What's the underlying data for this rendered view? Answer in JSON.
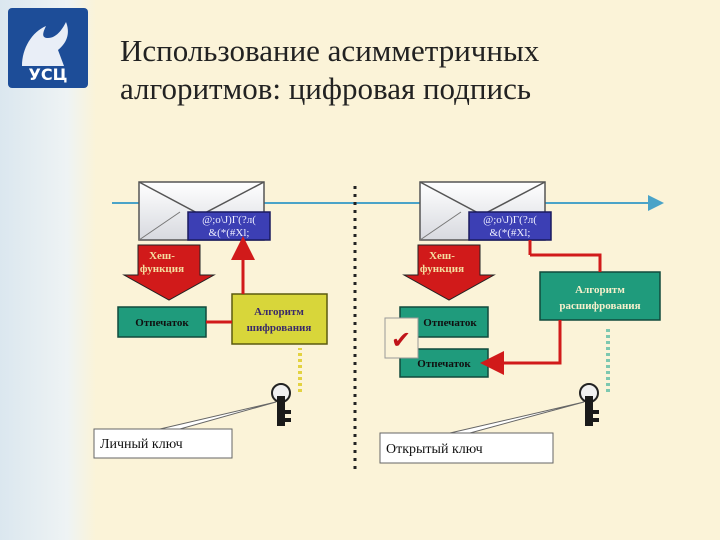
{
  "title": {
    "line1": "Использование асимметричных",
    "line2": "алгоритмов: цифровая подпись"
  },
  "logo": {
    "text": "УСЦ"
  },
  "left": {
    "signature": {
      "line1": "@;о\\J)Г(?л(",
      "line2": "&(*(#Xl;"
    },
    "hash": {
      "line1": "Хеш-",
      "line2": "функция"
    },
    "digest": "Отпечаток",
    "algorithm": {
      "line1": "Алгоритм",
      "line2": "шифрования"
    },
    "key_label": "Личный ключ"
  },
  "right": {
    "signature": {
      "line1": "@;о\\J)Г(?л(",
      "line2": "&(*(#Xl;"
    },
    "hash": {
      "line1": "Хеш-",
      "line2": "функция"
    },
    "digest1": "Отпечаток",
    "digest2": "Отпечаток",
    "algorithm": {
      "line1": "Алгоритм",
      "line2": "расшифрования"
    },
    "check": "✔",
    "key_label": "Открытый ключ"
  },
  "colors": {
    "hash_arrow": "#d11a1a",
    "digest_box": "#1f9b7c",
    "encrypt_box": "#d8d63a",
    "decrypt_box": "#1f9b7c",
    "signature_box": "#3c3fb4",
    "red_line": "#d11a1a",
    "data_line": "#4aa3c8"
  }
}
